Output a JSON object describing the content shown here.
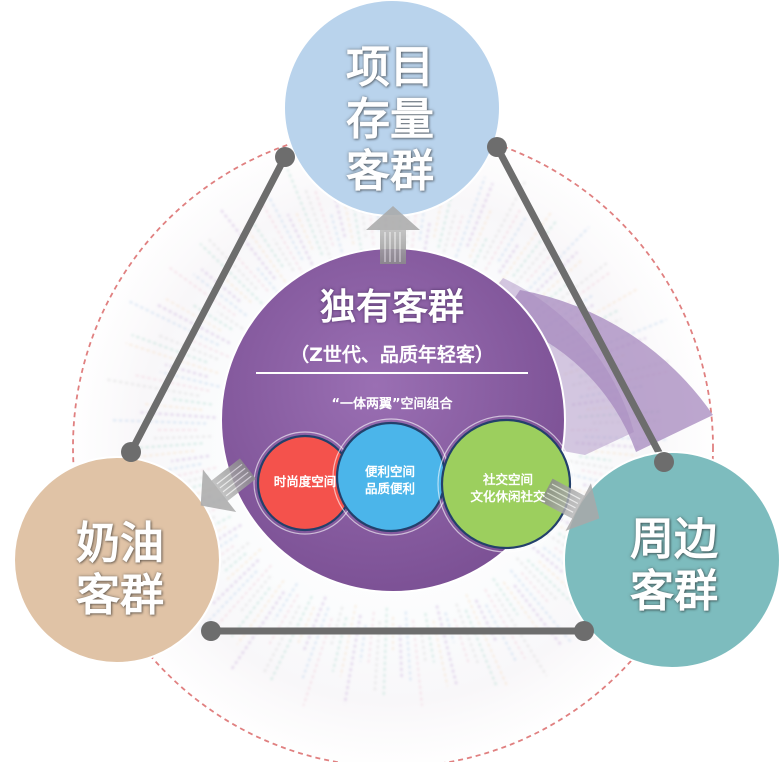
{
  "nodes": {
    "top": {
      "label": "项目\n存量\n客群",
      "color": "#b9d3ec"
    },
    "left": {
      "label": "奶油\n客群",
      "color": "#e0c3a6"
    },
    "right": {
      "label": "周边\n客群",
      "color": "#7dbcbe"
    }
  },
  "center": {
    "title": "独有客群",
    "subtitle": "（Z世代、品质年轻客）",
    "combo_label": "“一体两翼”空间组合",
    "color": "#8a5fa2"
  },
  "bubbles": [
    {
      "label": "时尚度空间",
      "color": "#f4524c"
    },
    {
      "label": "便利空间\n品质便利",
      "color": "#4bb5ea"
    },
    {
      "label": "社交空间\n文化休闲社交",
      "color": "#9ccf5e"
    }
  ],
  "colors": {
    "connector": "#6d6d6d",
    "dashed_ring": "#e08080",
    "sector": "#b39ac8"
  }
}
